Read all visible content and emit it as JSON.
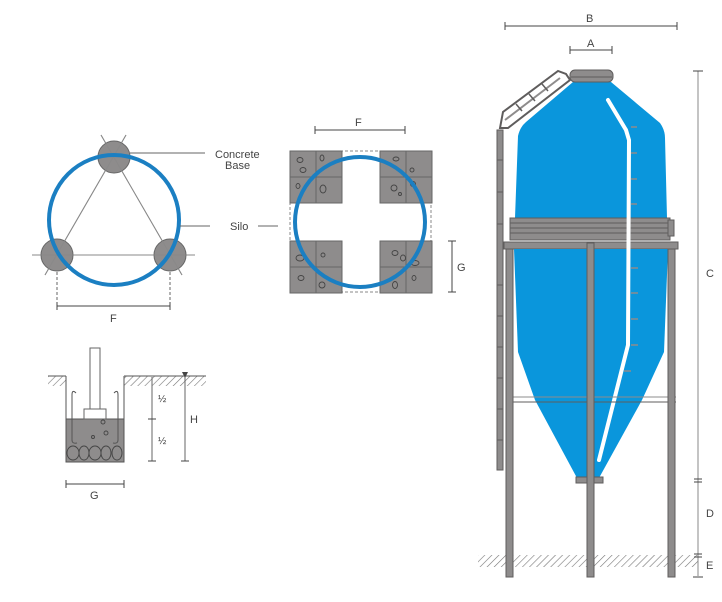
{
  "colors": {
    "silo_blue": "#0a96dc",
    "ring_blue": "#1b7fc2",
    "steel_gray": "#8e8c8c",
    "steel_dark": "#5f5d5d",
    "concrete": "#8a8888",
    "line": "#555555"
  },
  "labels": {
    "concrete_base": [
      "Concrete",
      "Base"
    ],
    "silo": "Silo",
    "dim_A": "A",
    "dim_B": "B",
    "dim_C": "C",
    "dim_D": "D",
    "dim_E": "E",
    "dim_F_tri": "F",
    "dim_F_square": "F",
    "dim_G_square": "G",
    "dim_G_footing": "G",
    "dim_H": "H",
    "half_top": "½",
    "half_bottom": "½"
  }
}
